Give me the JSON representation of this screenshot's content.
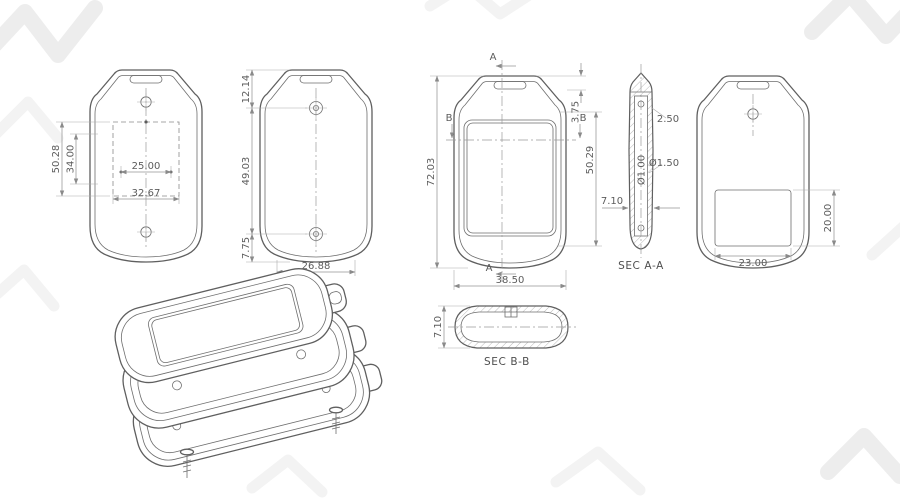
{
  "drawing": {
    "line_color": "#5f5f5f",
    "dim_color": "#949494",
    "views": {
      "back_dimensioned": {
        "dims": {
          "outer_height": "50.28",
          "inner_height": "34.00",
          "hole_spacing": "25.00",
          "inner_width": "32.67"
        }
      },
      "back_screw_spacing": {
        "dims": {
          "top_offset": "12.14",
          "screw_spacing": "49.03",
          "bottom_offset": "7.75",
          "base_width": "26.88"
        }
      },
      "front_display": {
        "dims": {
          "overall_height": "72.03",
          "face_height": "50.29",
          "tab_height": "3.75",
          "overall_width": "38.50"
        },
        "section_labels": {
          "a": "A",
          "b": "B"
        }
      },
      "section_aa": {
        "label": "SEC A-A",
        "dims": {
          "top_wall": "2.50",
          "hole_small": "Ø1.00",
          "hole_large": "Ø1.50",
          "thickness": "7.10"
        }
      },
      "back_battery": {
        "dims": {
          "door_height": "20.00",
          "door_width": "23.00"
        }
      },
      "section_bb": {
        "label": "SEC B-B",
        "dims": {
          "thickness": "7.10"
        }
      }
    }
  }
}
